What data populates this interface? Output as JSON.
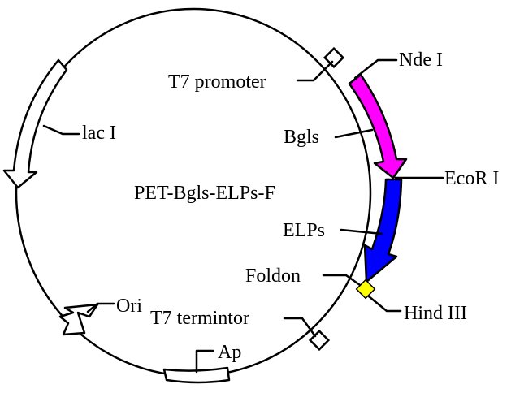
{
  "title": "PET-Bgls-ELPs-F",
  "features": {
    "t7_promoter": "T7 promoter",
    "nde1": "Nde I",
    "bgls": "Bgls",
    "ecor1": "EcoR I",
    "elps": "ELPs",
    "foldon": "Foldon",
    "hind3": "Hind III",
    "t7_terminator": "T7 termintor",
    "ap": "Ap",
    "ori": "Ori",
    "lac1": "lac I"
  },
  "colors": {
    "bgls": "#ff00ff",
    "elps": "#0000ff",
    "foldon": "#ffff00",
    "outline": "#000000",
    "marker_fill": "#ffffff"
  }
}
